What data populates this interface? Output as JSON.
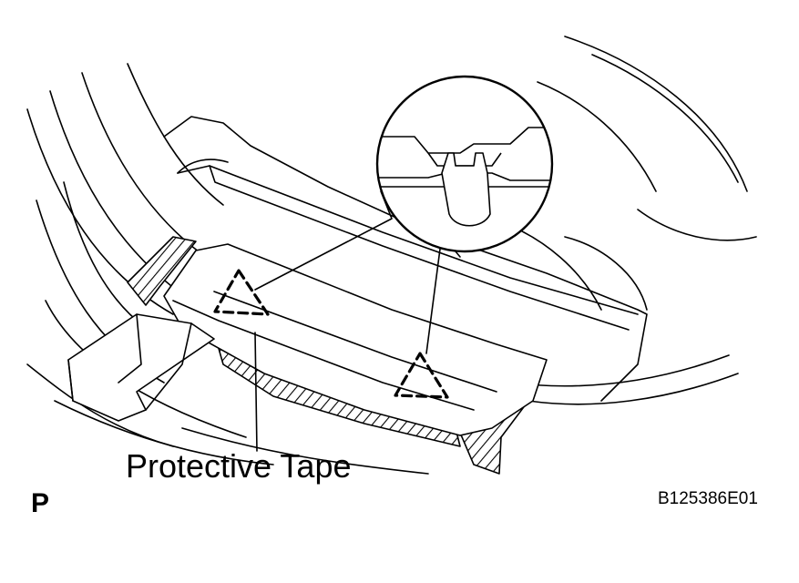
{
  "labels": {
    "callout": "Protective Tape",
    "view_letter": "P",
    "figure_code": "B125386E01"
  },
  "colors": {
    "line": "#000000",
    "background": "#ffffff"
  }
}
